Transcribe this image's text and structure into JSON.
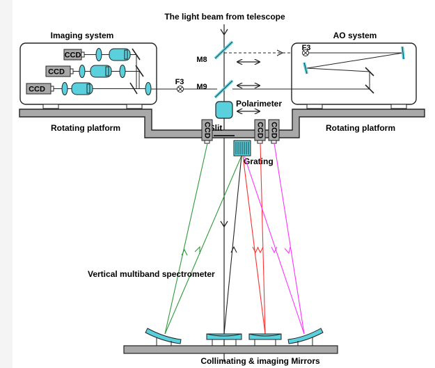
{
  "labels": {
    "top": "The light beam from telescope",
    "imaging_system": "Imaging system",
    "ao_system": "AO system",
    "m8": "M8",
    "m9": "M9",
    "f3_left": "F3",
    "f3_right": "F3",
    "polarimeter": "Polarimeter",
    "slit": "Slit",
    "grating": "Grating",
    "rotating_left": "Rotating platform",
    "rotating_right": "Rotating platform",
    "spectrometer": "Vertical multiband spectrometer",
    "mirrors": "Collimating & imaging Mirrors",
    "ccd": "CCD"
  },
  "colors": {
    "cyan": "#5ad0dc",
    "gray": "#a8a8a8",
    "green": "#2e9a3a",
    "red": "#ff3030",
    "magenta": "#ff33ff",
    "dark": "#222222"
  }
}
